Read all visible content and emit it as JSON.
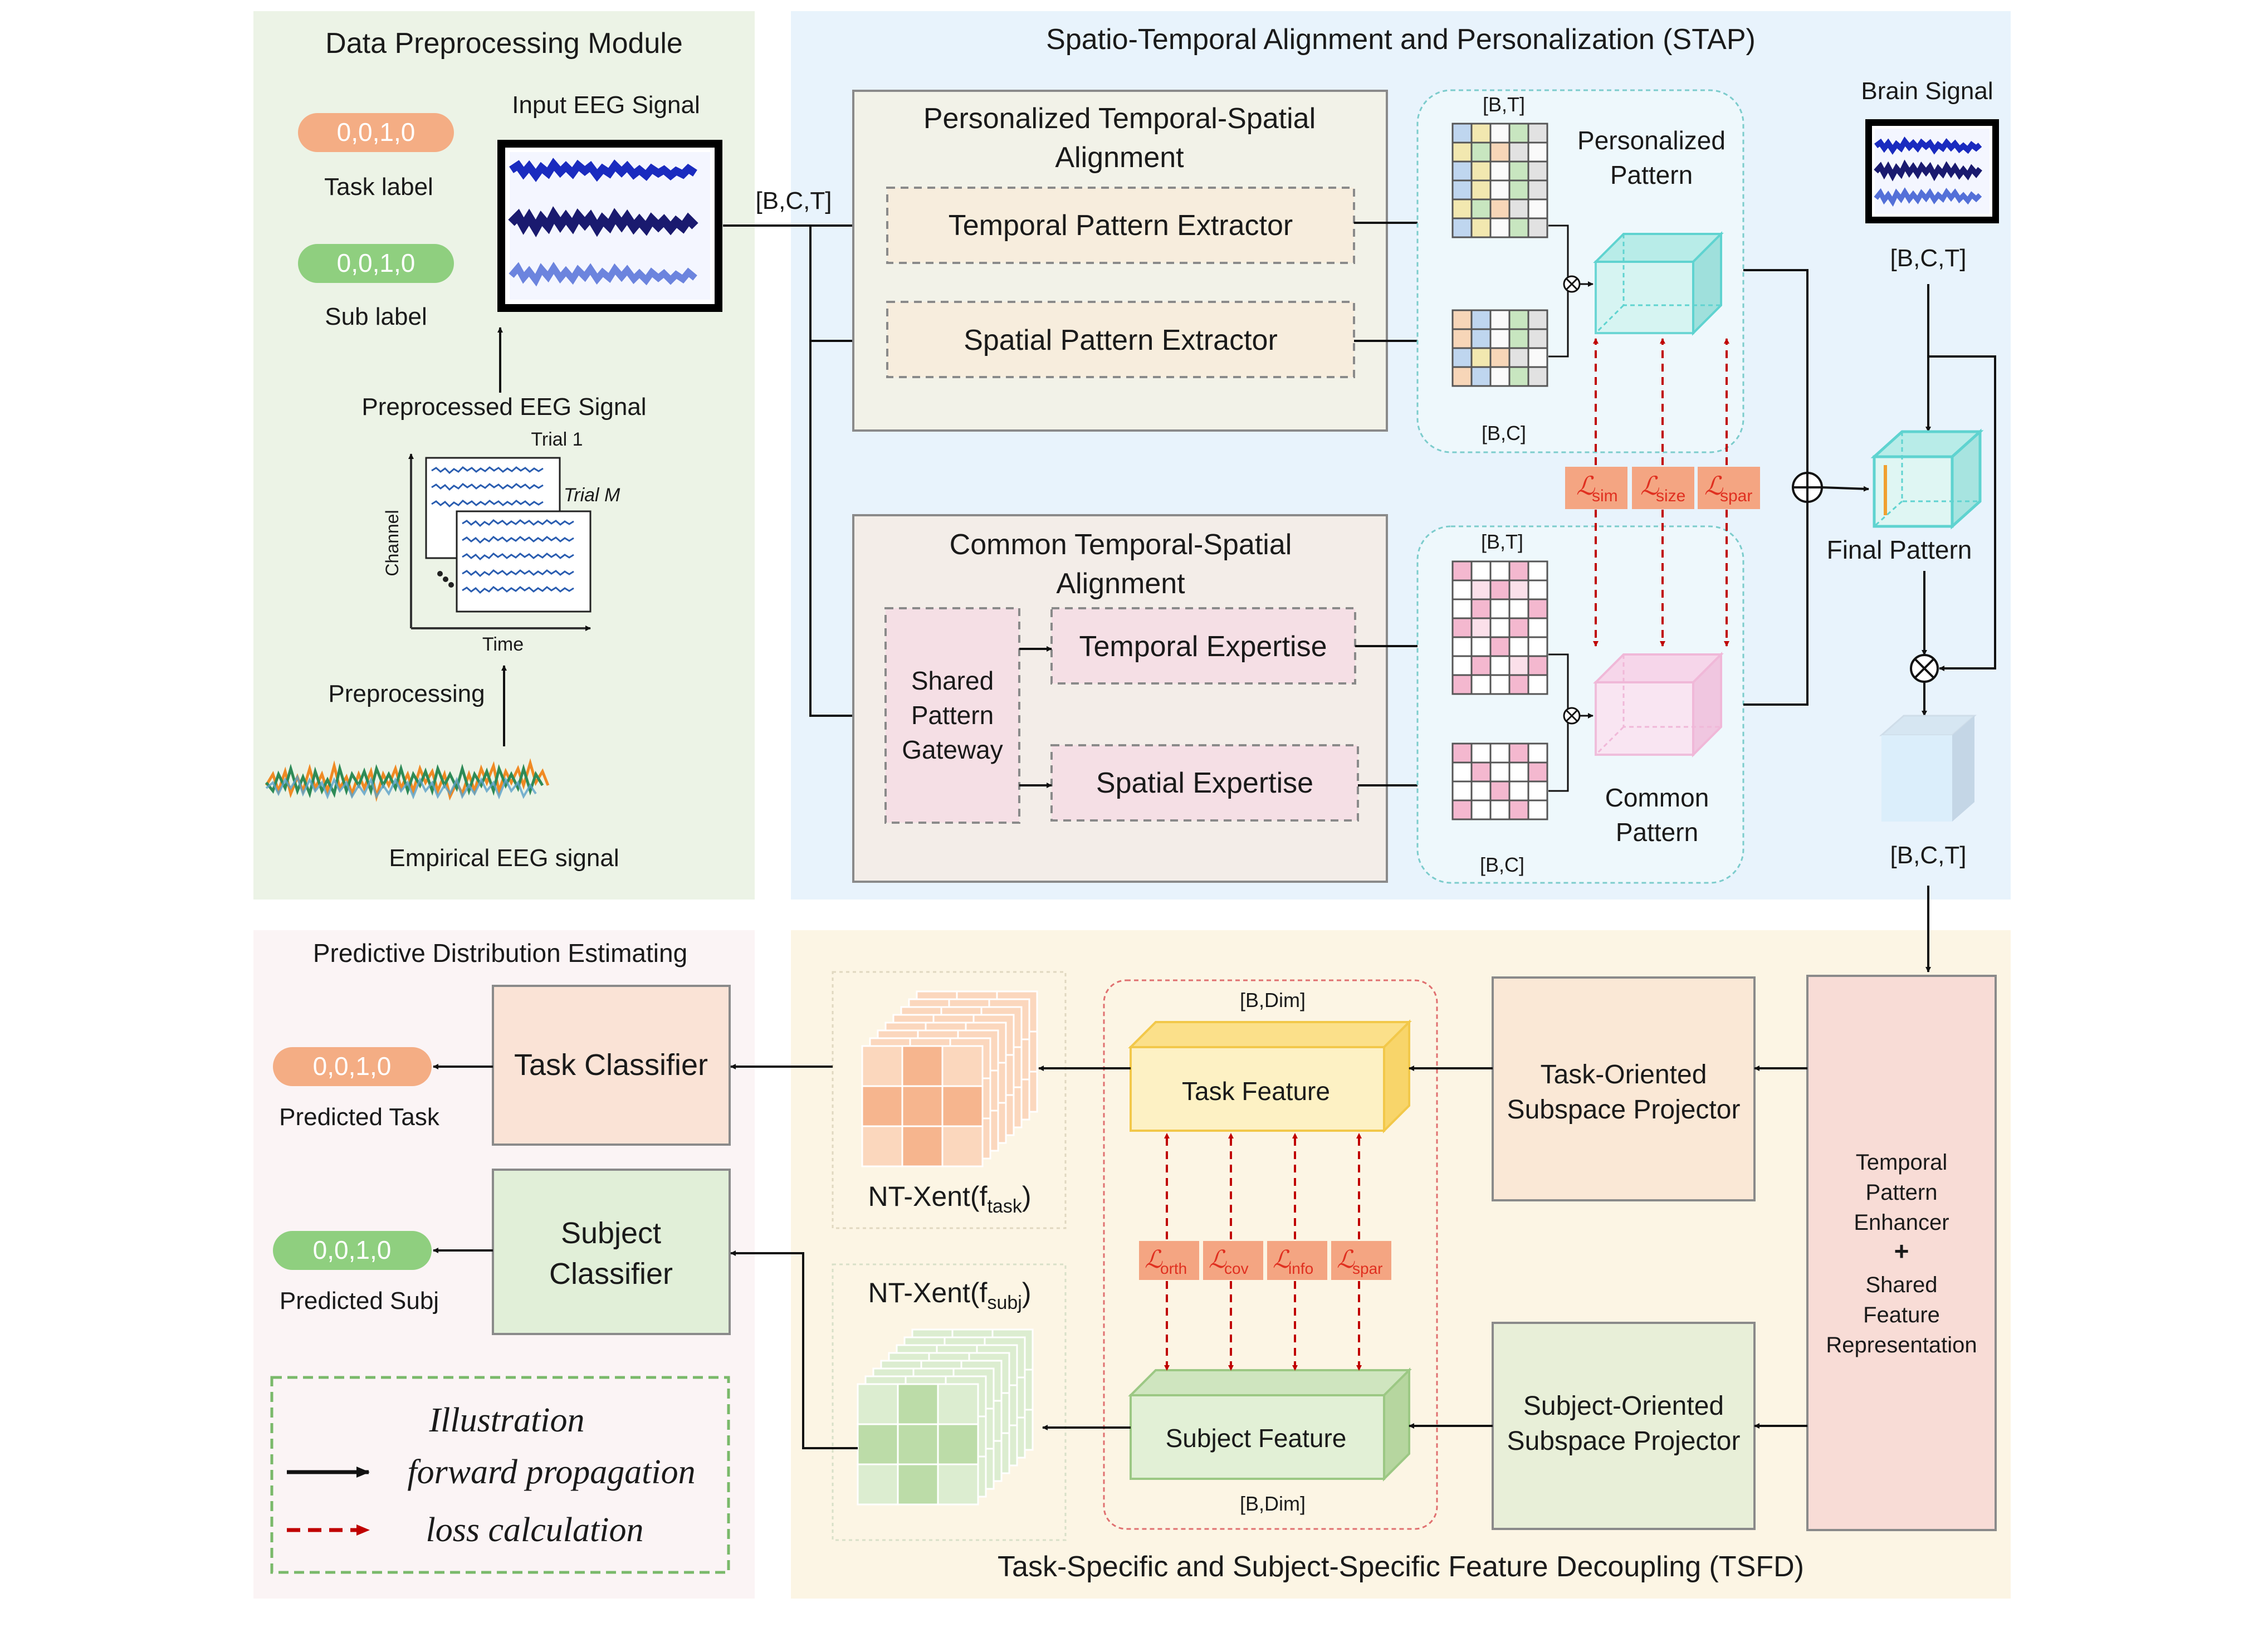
{
  "preprocessing": {
    "title": "Data Preprocessing Module",
    "input_label": "Input EEG Signal",
    "task_label_value": "0,0,1,0",
    "task_label": "Task label",
    "sub_label_value": "0,0,1,0",
    "sub_label": "Sub label",
    "preprocessed_label": "Preprocessed EEG Signal",
    "trial1": "Trial 1",
    "trial_m": "Trial M",
    "channel_axis": "Channel",
    "time_axis": "Time",
    "preprocessing_step": "Preprocessing",
    "empirical_label": "Empirical EEG signal",
    "bct_out": "[B,C,T]"
  },
  "stap": {
    "title": "Spatio-Temporal Alignment and Personalization (STAP)",
    "personalized_title_1": "Personalized Temporal-Spatial",
    "personalized_title_2": "Alignment",
    "temporal_extractor": "Temporal Pattern Extractor",
    "spatial_extractor": "Spatial Pattern Extractor",
    "common_title_1": "Common Temporal-Spatial",
    "common_title_2": "Alignment",
    "gateway_1": "Shared",
    "gateway_2": "Pattern",
    "gateway_3": "Gateway",
    "temporal_expertise": "Temporal Expertise",
    "spatial_expertise": "Spatial Expertise",
    "bt_top": "[B,T]",
    "bc_top": "[B,C]",
    "bt_bottom": "[B,T]",
    "bc_bottom": "[B,C]",
    "personalized_pattern_1": "Personalized",
    "personalized_pattern_2": "Pattern",
    "common_pattern_1": "Common",
    "common_pattern_2": "Pattern",
    "loss_sim": "sim",
    "loss_size": "size",
    "loss_spar": "spar",
    "brain_signal": "Brain Signal",
    "brain_bct": "[B,C,T]",
    "final_pattern": "Final Pattern",
    "output_bct": "[B,C,T]"
  },
  "tsfd": {
    "title": "Task-Specific and Subject-Specific Feature Decoupling (TSFD)",
    "enhancer_1": "Temporal",
    "enhancer_2": "Pattern",
    "enhancer_3": "Enhancer",
    "enhancer_plus": "+",
    "enhancer_4": "Shared",
    "enhancer_5": "Feature",
    "enhancer_6": "Representation",
    "task_projector_1": "Task-Oriented",
    "task_projector_2": "Subspace Projector",
    "subject_projector_1": "Subject-Oriented",
    "subject_projector_2": "Subspace Projector",
    "bdim_top": "[B,Dim]",
    "bdim_bottom": "[B,Dim]",
    "task_feature": "Task Feature",
    "subject_feature": "Subject Feature",
    "loss_orth": "orth",
    "loss_cov": "cov",
    "loss_info": "info",
    "loss_spar": "spar",
    "ntxent_task": "NT-Xent(f",
    "ntxent_task_sub": "task",
    "ntxent_subj": "NT-Xent(f",
    "ntxent_subj_sub": "subj",
    "close_paren": ")"
  },
  "prediction": {
    "title": "Predictive Distribution Estimating",
    "task_classifier": "Task Classifier",
    "subject_classifier_1": "Subject",
    "subject_classifier_2": "Classifier",
    "predicted_task_value": "0,0,1,0",
    "predicted_task": "Predicted Task",
    "predicted_subj_value": "0,0,1,0",
    "predicted_subj": "Predicted Subj"
  },
  "legend": {
    "title": "Illustration",
    "forward": "forward propagation",
    "loss": "loss calculation"
  },
  "loss_symbol": "ℒ",
  "colors": {
    "green_panel": "#ecf3e6",
    "blue_panel": "#e8f3fc",
    "yellow_panel": "#fcf5e4",
    "pink_panel": "#fbf4f5",
    "orange_pill": "#f4ad84",
    "green_pill": "#8fcf7f",
    "loss_red": "#e03020",
    "loss_box": "#f4a582",
    "cyan_cube": "#5fd3d0",
    "pink_cube": "#f0b8d8"
  }
}
